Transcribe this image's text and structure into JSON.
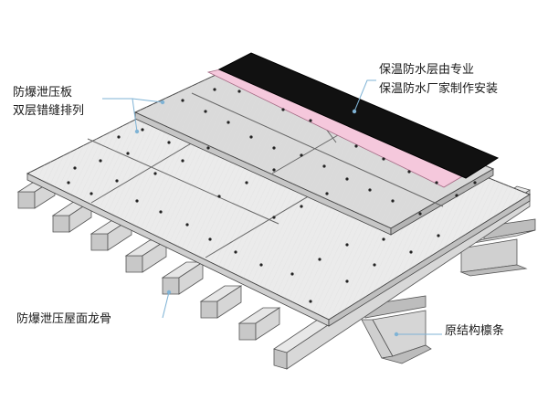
{
  "labels": {
    "panel_line1": "防爆泄压板",
    "panel_line2": "双层错缝排列",
    "waterproof_line1": "保温防水层由专业",
    "waterproof_line2": "保温防水厂家制作安装",
    "keel": "防爆泄压屋面龙骨",
    "purlin": "原结构檩条"
  },
  "colors": {
    "panel": "#eaeaea",
    "panel_upper": "#d9d9d9",
    "membrane": "#111111",
    "insulation": "#f5c8dc",
    "steel": "#d2d2d2",
    "leader": "#7fb3d5",
    "fastener": "#222222"
  }
}
